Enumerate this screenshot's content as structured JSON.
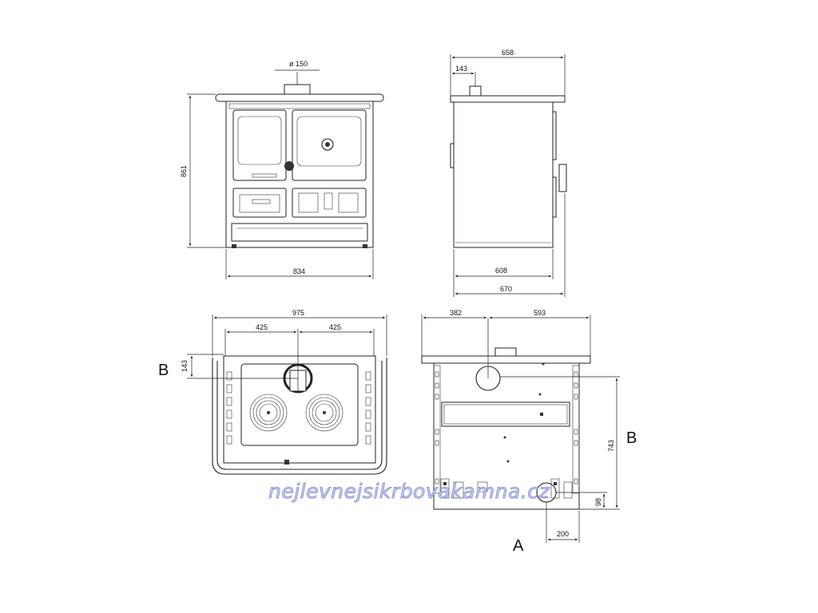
{
  "front_view": {
    "flue_diameter": "ø 150",
    "height": "861",
    "width": "834"
  },
  "side_view": {
    "depth_total_top": "658",
    "flue_offset": "143",
    "depth_body": "608",
    "depth_total": "670"
  },
  "top_view": {
    "width": "975",
    "left_half": "425",
    "right_half": "425",
    "flue_from_back": "143",
    "marker": "B"
  },
  "rear_view": {
    "left_offset": "382",
    "right_offset": "593",
    "flue_height": "743",
    "inlet_height": "98",
    "inlet_offset": "200",
    "marker_side": "B",
    "marker_bottom": "A"
  },
  "watermark": "nejlevnejsikrbovakamna.cz"
}
